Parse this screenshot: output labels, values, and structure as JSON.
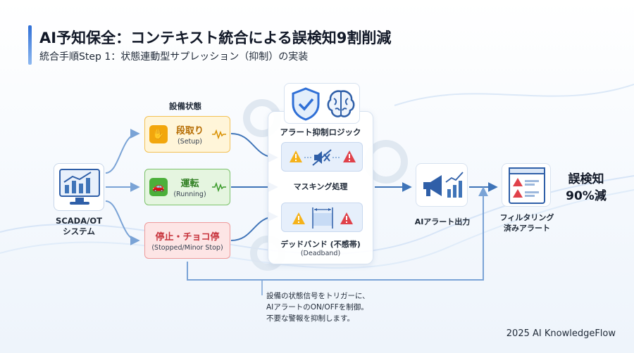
{
  "header": {
    "title": "AI予知保全：コンテキスト統合による誤検知9割削減",
    "subtitle": "統合手順Step 1：状態連動型サプレッション（抑制）の実装"
  },
  "source": {
    "label_line1": "SCADA/OT",
    "label_line2": "システム"
  },
  "states": {
    "heading": "設備状態",
    "setup": {
      "jp": "段取り",
      "en": "(Setup)"
    },
    "running": {
      "jp": "運転",
      "en": "(Running)"
    },
    "stopped": {
      "jp": "停止・チョコ停",
      "en": "(Stopped/Minor Stop)"
    }
  },
  "logic": {
    "title": "アラート抑制ロジック",
    "masking": "マスキング処理",
    "deadband": "デッドバンド (不感帯)",
    "deadband_en": "(Deadband)"
  },
  "output": {
    "ai_label": "AIアラート出力",
    "filtered_line1": "フィルタリング",
    "filtered_line2": "済みアラート",
    "result_line1": "誤検知",
    "result_line2": "90%減"
  },
  "note": {
    "line1": "設備の状態信号をトリガーに、",
    "line2": "AIアラートのON/OFFを制御。",
    "line3": "不要な警報を抑制します。"
  },
  "footer": "2025 AI KnowledgeFlow",
  "colors": {
    "accent": "#2f6fd6",
    "arrow": "#3f74b8",
    "setup": "#f2a60c",
    "running": "#4caf3a",
    "stopped": "#e05a60",
    "warning": "#f5b21a",
    "alert": "#e0414a"
  }
}
